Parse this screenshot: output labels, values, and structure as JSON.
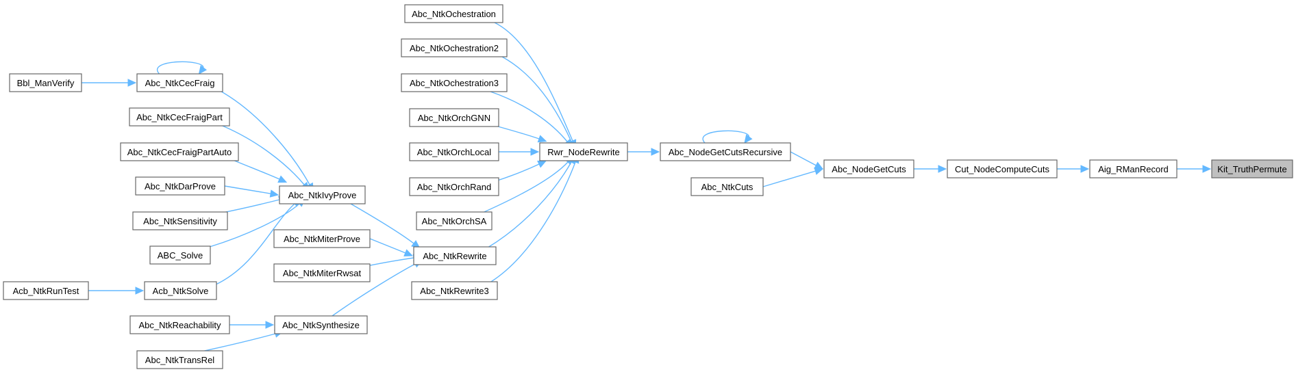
{
  "diagram": {
    "edge_color": "#63b8ff",
    "node_border_color": "#666666",
    "highlight_fill": "#bfbfbf",
    "nodes": [
      {
        "id": "kit",
        "label": "Kit_TruthPermute",
        "highlight": true
      },
      {
        "id": "aig",
        "label": "Aig_RManRecord"
      },
      {
        "id": "cutc",
        "label": "Cut_NodeComputeCuts"
      },
      {
        "id": "getcuts",
        "label": "Abc_NodeGetCuts"
      },
      {
        "id": "getrec",
        "label": "Abc_NodeGetCutsRecursive"
      },
      {
        "id": "ntkcuts",
        "label": "Abc_NtkCuts"
      },
      {
        "id": "rwr",
        "label": "Rwr_NodeRewrite"
      },
      {
        "id": "orch",
        "label": "Abc_NtkOchestration"
      },
      {
        "id": "orch2",
        "label": "Abc_NtkOchestration2"
      },
      {
        "id": "orch3",
        "label": "Abc_NtkOchestration3"
      },
      {
        "id": "gnn",
        "label": "Abc_NtkOrchGNN"
      },
      {
        "id": "local",
        "label": "Abc_NtkOrchLocal"
      },
      {
        "id": "rand",
        "label": "Abc_NtkOrchRand"
      },
      {
        "id": "sa",
        "label": "Abc_NtkOrchSA"
      },
      {
        "id": "rewrite",
        "label": "Abc_NtkRewrite"
      },
      {
        "id": "rewrite3",
        "label": "Abc_NtkRewrite3"
      },
      {
        "id": "ivy",
        "label": "Abc_NtkIvyProve"
      },
      {
        "id": "miterp",
        "label": "Abc_NtkMiterProve"
      },
      {
        "id": "miterr",
        "label": "Abc_NtkMiterRwsat"
      },
      {
        "id": "synth",
        "label": "Abc_NtkSynthesize"
      },
      {
        "id": "cecfraig",
        "label": "Abc_NtkCecFraig"
      },
      {
        "id": "cecpart",
        "label": "Abc_NtkCecFraigPart"
      },
      {
        "id": "cecpartauto",
        "label": "Abc_NtkCecFraigPartAuto"
      },
      {
        "id": "darprove",
        "label": "Abc_NtkDarProve"
      },
      {
        "id": "sens",
        "label": "Abc_NtkSensitivity"
      },
      {
        "id": "abcsolve",
        "label": "ABC_Solve"
      },
      {
        "id": "acbsolve",
        "label": "Acb_NtkSolve"
      },
      {
        "id": "bbl",
        "label": "Bbl_ManVerify"
      },
      {
        "id": "acbrun",
        "label": "Acb_NtkRunTest"
      },
      {
        "id": "reach",
        "label": "Abc_NtkReachability"
      },
      {
        "id": "trans",
        "label": "Abc_NtkTransRel"
      }
    ],
    "edges": [
      [
        "aig",
        "kit"
      ],
      [
        "cutc",
        "aig"
      ],
      [
        "getcuts",
        "cutc"
      ],
      [
        "getrec",
        "getcuts"
      ],
      [
        "ntkcuts",
        "getcuts"
      ],
      [
        "getrec",
        "getrec"
      ],
      [
        "rwr",
        "getrec"
      ],
      [
        "orch",
        "rwr"
      ],
      [
        "orch2",
        "rwr"
      ],
      [
        "orch3",
        "rwr"
      ],
      [
        "gnn",
        "rwr"
      ],
      [
        "local",
        "rwr"
      ],
      [
        "rand",
        "rwr"
      ],
      [
        "sa",
        "rwr"
      ],
      [
        "rewrite",
        "rwr"
      ],
      [
        "rewrite3",
        "rwr"
      ],
      [
        "ivy",
        "rewrite"
      ],
      [
        "miterp",
        "rewrite"
      ],
      [
        "miterr",
        "rewrite"
      ],
      [
        "synth",
        "rewrite"
      ],
      [
        "cecfraig",
        "ivy"
      ],
      [
        "cecpart",
        "ivy"
      ],
      [
        "cecpartauto",
        "ivy"
      ],
      [
        "darprove",
        "ivy"
      ],
      [
        "sens",
        "ivy"
      ],
      [
        "abcsolve",
        "ivy"
      ],
      [
        "acbsolve",
        "ivy"
      ],
      [
        "bbl",
        "cecfraig"
      ],
      [
        "cecfraig",
        "cecfraig"
      ],
      [
        "acbrun",
        "acbsolve"
      ],
      [
        "reach",
        "synth"
      ],
      [
        "trans",
        "synth"
      ]
    ]
  }
}
